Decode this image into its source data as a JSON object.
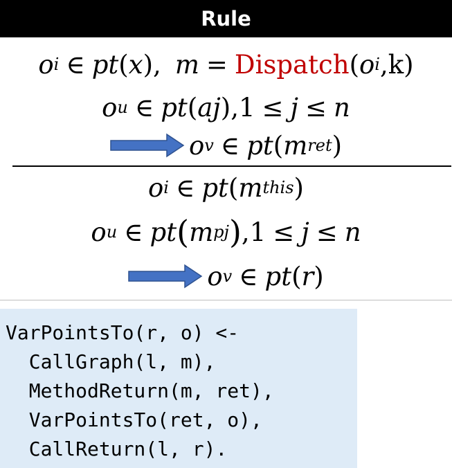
{
  "header": {
    "title": "Rule"
  },
  "rule": {
    "premise_1": {
      "o": "o",
      "i": "i",
      "in": "∈",
      "pt": "pt",
      "lp": "(",
      "x": "x",
      "rp": "),",
      "m": "m",
      "eq": "=",
      "dispatch": "Dispatch",
      "lp2": "(",
      "o2": "o",
      "i2": "i",
      "comma": ",",
      "k": "k",
      "rp2": ")"
    },
    "premise_2": {
      "o": "o",
      "u": "u",
      "in": "∈",
      "pt": "pt",
      "lp": "(",
      "arg": "aj",
      "rp": "),",
      "one": "1",
      "le1": "≤",
      "j": "j",
      "le2": "≤",
      "n": "n"
    },
    "premise_3": {
      "o": "o",
      "v": "v",
      "in": "∈",
      "pt": "pt",
      "lp": "(",
      "m": "m",
      "sub": "ret",
      "rp": ")"
    },
    "conclusion_1": {
      "o": "o",
      "i": "i",
      "in": "∈",
      "pt": "pt",
      "lp": "(",
      "m": "m",
      "sub": "this",
      "rp": ")"
    },
    "conclusion_2": {
      "o": "o",
      "u": "u",
      "in": "∈",
      "pt": "pt",
      "lp": "(",
      "m": "m",
      "sub": "pj",
      "rp": ")",
      "comma": ",",
      "one": "1",
      "le1": "≤",
      "j": "j",
      "le2": "≤",
      "n": "n"
    },
    "conclusion_3": {
      "o": "o",
      "v": "v",
      "in": "∈",
      "pt": "pt",
      "lp": "(",
      "r": "r",
      "rp": ")"
    }
  },
  "code": [
    "VarPointsTo(r, o) <-",
    "  CallGraph(l, m),",
    "  MethodReturn(m, ret),",
    "  VarPointsTo(ret, o),",
    "  CallReturn(l, r)."
  ],
  "colors": {
    "header_bg": "#000000",
    "dispatch": "#c00000",
    "arrow_fill": "#4472c4",
    "arrow_stroke": "#2f528f",
    "code_bg": "#deebf7"
  },
  "icons": {
    "implication_arrow": "right-arrow-icon"
  }
}
